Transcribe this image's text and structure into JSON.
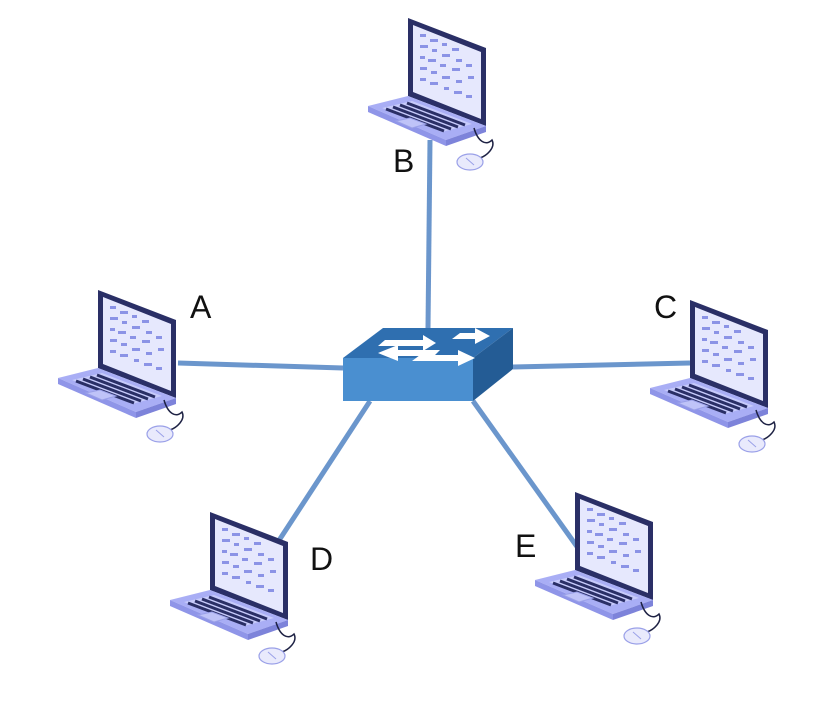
{
  "colors": {
    "link": "#6b96cc",
    "switch_top": "#2f6fb0",
    "switch_front": "#4a8fd0",
    "switch_side": "#245c95",
    "arrow": "#ffffff",
    "laptop_body": "#a9aef5",
    "laptop_keyboard_area": "#c7cbfb",
    "laptop_keys": "#2a2f66",
    "laptop_screen_frame": "#2a2f66",
    "laptop_screen": "#e6e8fd",
    "laptop_code": "#8b93e6",
    "mouse": "#e9eafc",
    "mouse_outline": "#9aa0e8",
    "cable": "#1e2244"
  },
  "switch": {
    "icon": "network-switch-icon"
  },
  "nodes": [
    {
      "id": "A",
      "label": "A",
      "icon": "laptop-icon"
    },
    {
      "id": "B",
      "label": "B",
      "icon": "laptop-icon"
    },
    {
      "id": "C",
      "label": "C",
      "icon": "laptop-icon"
    },
    {
      "id": "D",
      "label": "D",
      "icon": "laptop-icon"
    },
    {
      "id": "E",
      "label": "E",
      "icon": "laptop-icon"
    }
  ]
}
